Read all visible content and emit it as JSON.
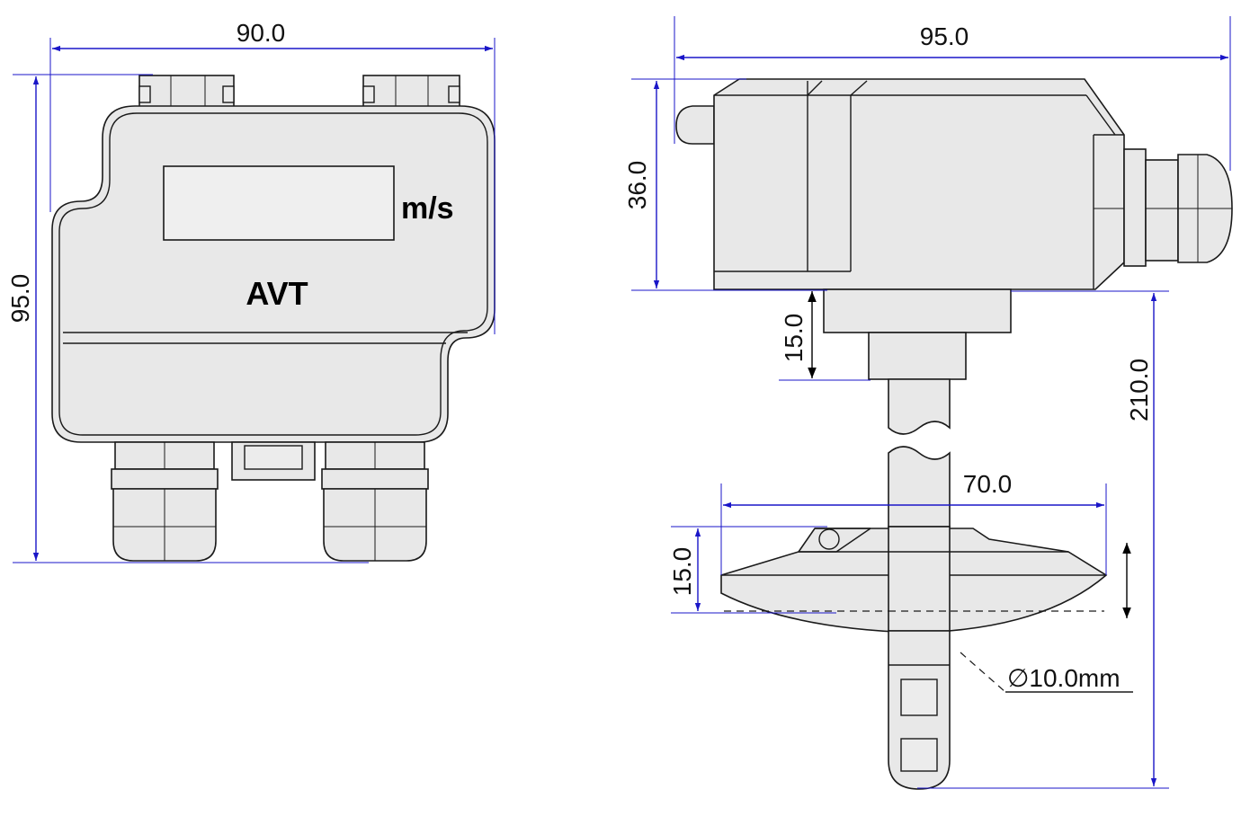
{
  "front_view": {
    "width_label": "90.0",
    "height_label": "95.0",
    "unit_label": "m/s",
    "brand_label": "AVT"
  },
  "side_view": {
    "length_label": "95.0",
    "housing_height_label": "36.0",
    "neck_height_label": "15.0",
    "probe_length_label": "210.0",
    "flange_width_label": "70.0",
    "flange_height_label": "15.0",
    "diameter_label": "∅10.0mm"
  },
  "colors": {
    "dimension": "#1a16c8",
    "body_fill": "#e8e8e8",
    "outline": "#1a1a1a"
  }
}
